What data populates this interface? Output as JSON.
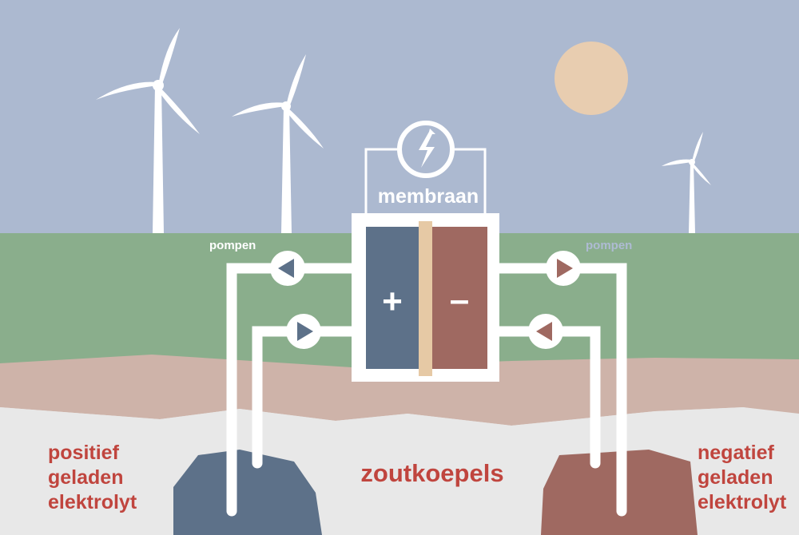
{
  "colors": {
    "sky": "#acb9d0",
    "grass": "#8aae8c",
    "soil": "#ceb3a9",
    "salt": "#e8e8e8",
    "positive": "#5d7189",
    "negative": "#9f6961",
    "membrane": "#e6c9a5",
    "sun": "#e8cdb0",
    "text_red": "#c0453e"
  },
  "labels": {
    "membrane": "membraan",
    "pumps_left": "pompen",
    "pumps_right": "pompen",
    "plus": "+",
    "minus": "–",
    "salt_domes": "zoutkoepels",
    "positive_lines": [
      "positief",
      "geladen",
      "elektrolyt"
    ],
    "negative_lines": [
      "negatief",
      "geladen",
      "elektrolyt"
    ]
  },
  "icons": {
    "power": "lightning-bolt-icon",
    "pump": "triangle-arrow-icon"
  }
}
